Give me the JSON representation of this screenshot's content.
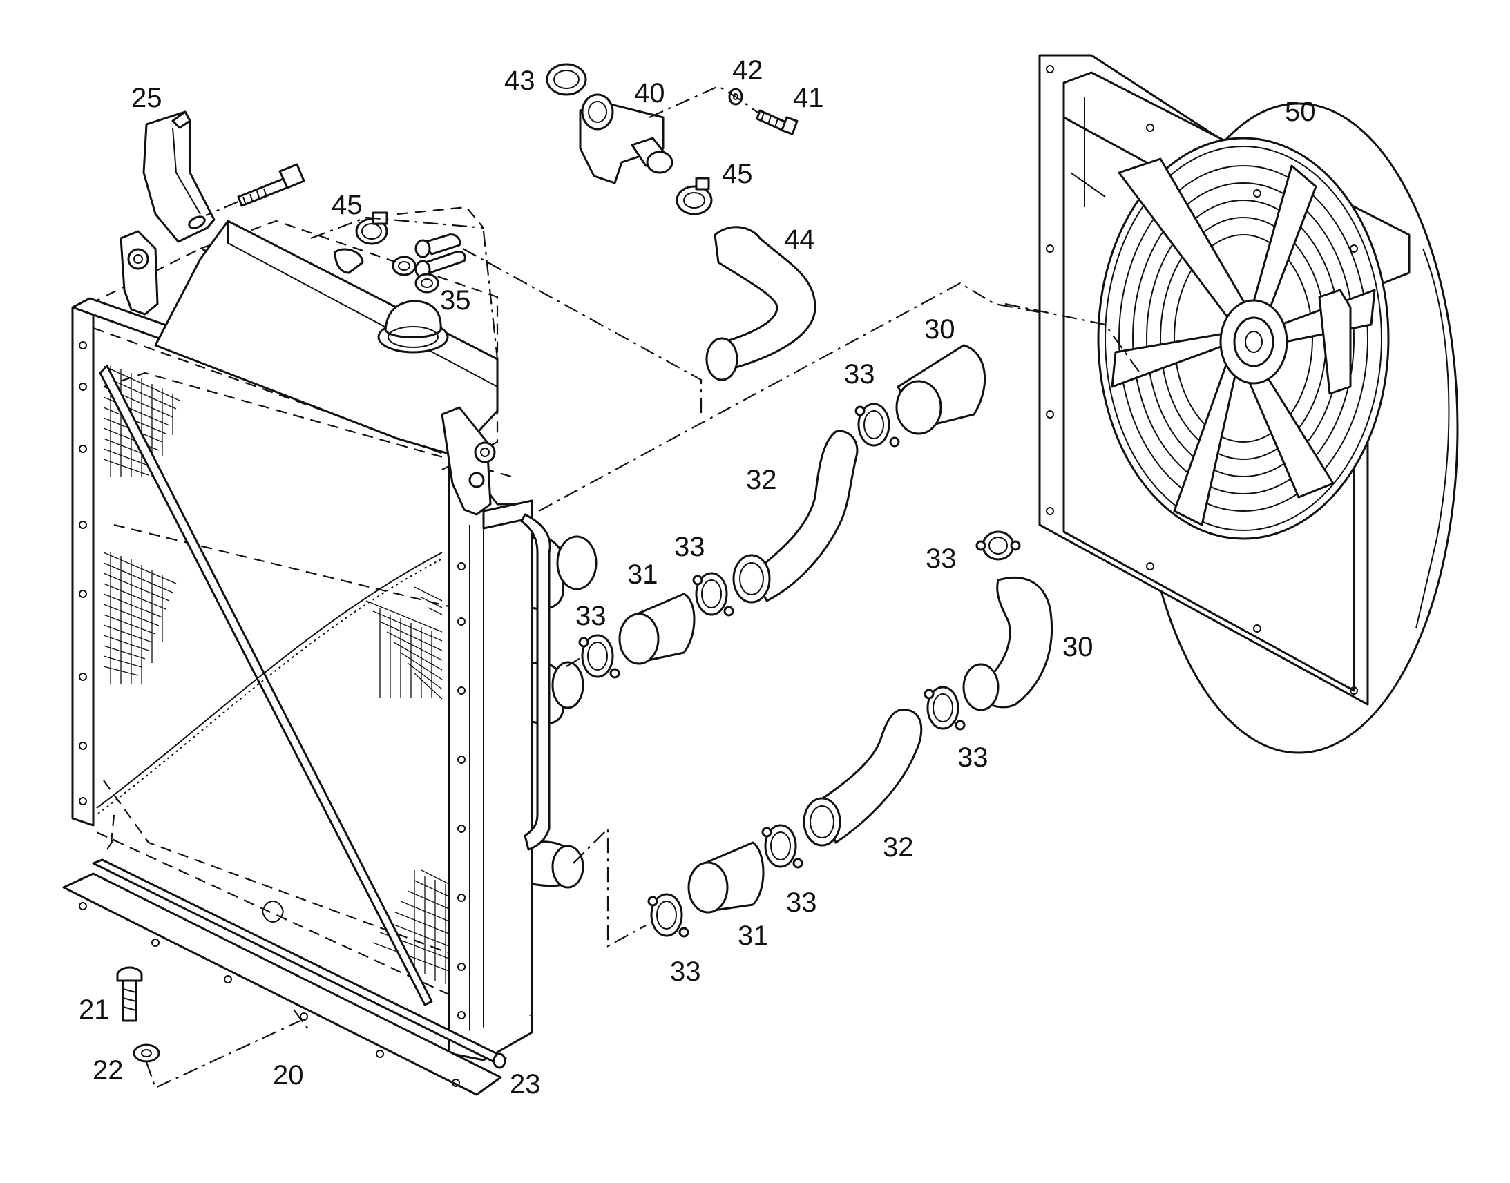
{
  "callouts": [
    {
      "id": "c25",
      "text": "25"
    },
    {
      "id": "c43",
      "text": "43"
    },
    {
      "id": "c40",
      "text": "40"
    },
    {
      "id": "c42",
      "text": "42"
    },
    {
      "id": "c41",
      "text": "41"
    },
    {
      "id": "c45a",
      "text": "45"
    },
    {
      "id": "c45b",
      "text": "45"
    },
    {
      "id": "c44",
      "text": "44"
    },
    {
      "id": "c35",
      "text": "35"
    },
    {
      "id": "c50",
      "text": "50"
    },
    {
      "id": "c30a",
      "text": "30"
    },
    {
      "id": "c33a",
      "text": "33"
    },
    {
      "id": "c32a",
      "text": "32"
    },
    {
      "id": "c33b",
      "text": "33"
    },
    {
      "id": "c31a",
      "text": "31"
    },
    {
      "id": "c33c",
      "text": "33"
    },
    {
      "id": "c33d",
      "text": "33"
    },
    {
      "id": "c30b",
      "text": "30"
    },
    {
      "id": "c33e",
      "text": "33"
    },
    {
      "id": "c32b",
      "text": "32"
    },
    {
      "id": "c33f",
      "text": "33"
    },
    {
      "id": "c31b",
      "text": "31"
    },
    {
      "id": "c33g",
      "text": "33"
    },
    {
      "id": "c21",
      "text": "21"
    },
    {
      "id": "c22",
      "text": "22"
    },
    {
      "id": "c20",
      "text": "20"
    },
    {
      "id": "c23",
      "text": "23"
    }
  ],
  "colors": {
    "line": "#111111",
    "background": "#ffffff"
  }
}
